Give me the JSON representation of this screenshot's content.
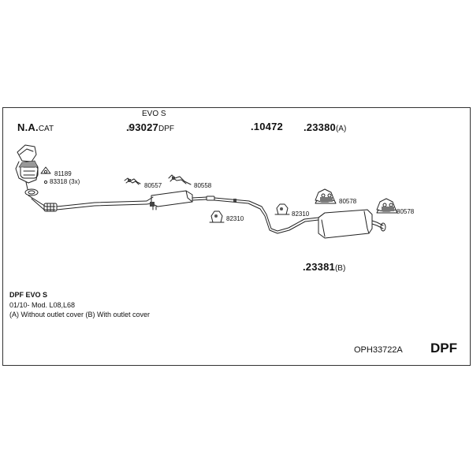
{
  "header": {
    "na_bold": "N.A.",
    "na_small": "CAT",
    "evo_label": "EVO S",
    "part_93027": ".93027",
    "part_93027_suffix": "DPF",
    "part_10472": ".10472",
    "part_23380": ".23380",
    "part_23380_suffix": "(A)",
    "part_23381": ".23381",
    "part_23381_suffix": "(B)"
  },
  "labels": {
    "l81189": "81189",
    "l83318": "83318 (3x)",
    "l80557": "80557",
    "l80558": "80558",
    "l82310a": "82310",
    "l82310b": "82310",
    "l80578a": "80578",
    "l80578b": "80578"
  },
  "notes": {
    "line1": "DPF EVO S",
    "line2": "01/10-   Mod. L08,L68",
    "line3": "(A) Without outlet cover (B) With outlet cover"
  },
  "footer": {
    "code": "OPH33722A",
    "type": "DPF"
  }
}
